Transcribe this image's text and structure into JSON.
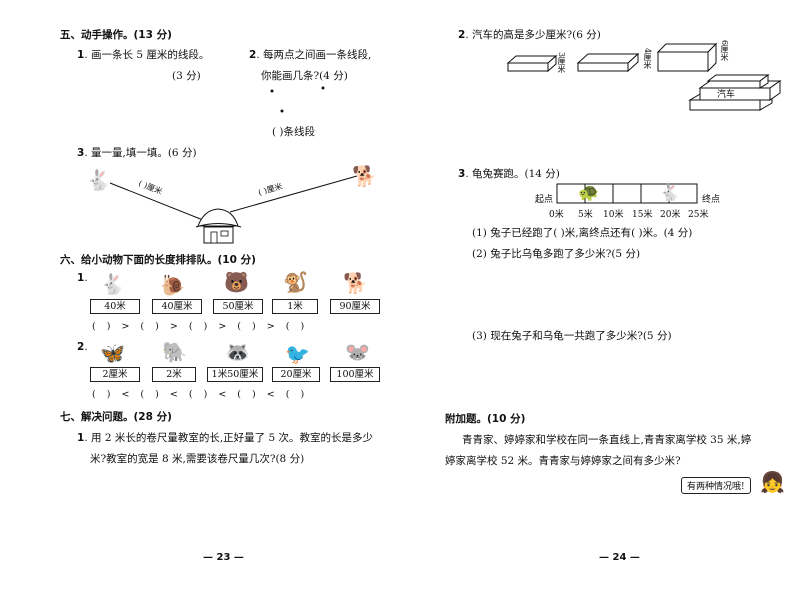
{
  "left": {
    "s5": {
      "title": "五、动手操作。(13 分)",
      "q1": {
        "num": "1",
        "text": ". 画一条长 5 厘米的线段。",
        "score": "(3 分)"
      },
      "q2": {
        "num": "2",
        "text": ". 每两点之间画一条线段,",
        "text2": "你能画几条?(4 分)",
        "answer": "(     )条线段"
      },
      "q3": {
        "num": "3",
        "text": ". 量一量,填一填。(6 分)",
        "label1": "(    )厘米",
        "label2": "(    )厘米"
      }
    },
    "s6": {
      "title": "六、给小动物下面的长度排排队。(10 分)",
      "r1": {
        "num": "1",
        "text": ".",
        "boxes": [
          "40米",
          "40厘米",
          "50厘米",
          "1米",
          "90厘米"
        ],
        "cmp": "(     ) > (     ) > (     ) > (     ) > (     )"
      },
      "r2": {
        "num": "2",
        "text": ".",
        "boxes": [
          "2厘米",
          "2米",
          "1米50厘米",
          "20厘米",
          "100厘米"
        ],
        "cmp": "(     ) < (     ) < (     ) < (     ) < (     )"
      }
    },
    "s7": {
      "title": "七、解决问题。(28 分)",
      "q1": {
        "num": "1",
        "line1": ". 用 2 米长的卷尺量教室的长,正好量了 5 次。教室的长是多少",
        "line2": "米?教室的宽是 8 米,需要该卷尺量几次?(8 分)"
      }
    },
    "page": "— 23 —"
  },
  "right": {
    "q2": {
      "num": "2",
      "text": ". 汽车的高是多少厘米?(6 分)",
      "h1": "3厘米",
      "h2": "4厘米",
      "h3": "6厘米",
      "car": "汽车"
    },
    "q3": {
      "num": "3",
      "text": ". 龟兔赛跑。(14 分)",
      "start": "起点",
      "end": "终点",
      "ticks": [
        "0米",
        "5米",
        "10米",
        "15米",
        "20米",
        "25米"
      ],
      "p1": "(1) 兔子已经跑了(     )米,离终点还有(     )米。(4 分)",
      "p2": "(2) 兔子比乌龟多跑了多少米?(5 分)",
      "p3": "(3) 现在兔子和乌龟一共跑了多少米?(5 分)"
    },
    "bonus": {
      "title": "附加题。(10 分)",
      "line1": "青青家、婷婷家和学校在同一条直线上,青青家离学校 35 米,婷",
      "line2": "婷家离学校 52 米。青青家与婷婷家之间有多少米?",
      "bubble": "有两种情况哦!"
    },
    "page": "— 24 —"
  },
  "icons": [
    "rabbit-icon",
    "snail-icon",
    "bear-icon",
    "monkey-icon",
    "dog-icon",
    "butterfly-icon",
    "elephant-icon",
    "raccoon-icon",
    "bird-icon",
    "mouse-icon",
    "turtle-icon",
    "girl-icon",
    "house-icon"
  ]
}
